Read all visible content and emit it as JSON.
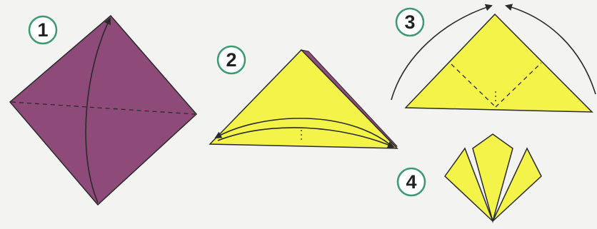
{
  "colors": {
    "background": "#f3f3f1",
    "paper_purple": "#8e4a78",
    "paper_yellow": "#f4f34a",
    "outline": "#2a2a2a",
    "badge_ring": "#3c9a72",
    "badge_fill": "#ffffff"
  },
  "steps": [
    {
      "number": "1"
    },
    {
      "number": "2"
    },
    {
      "number": "3"
    },
    {
      "number": "4"
    }
  ]
}
